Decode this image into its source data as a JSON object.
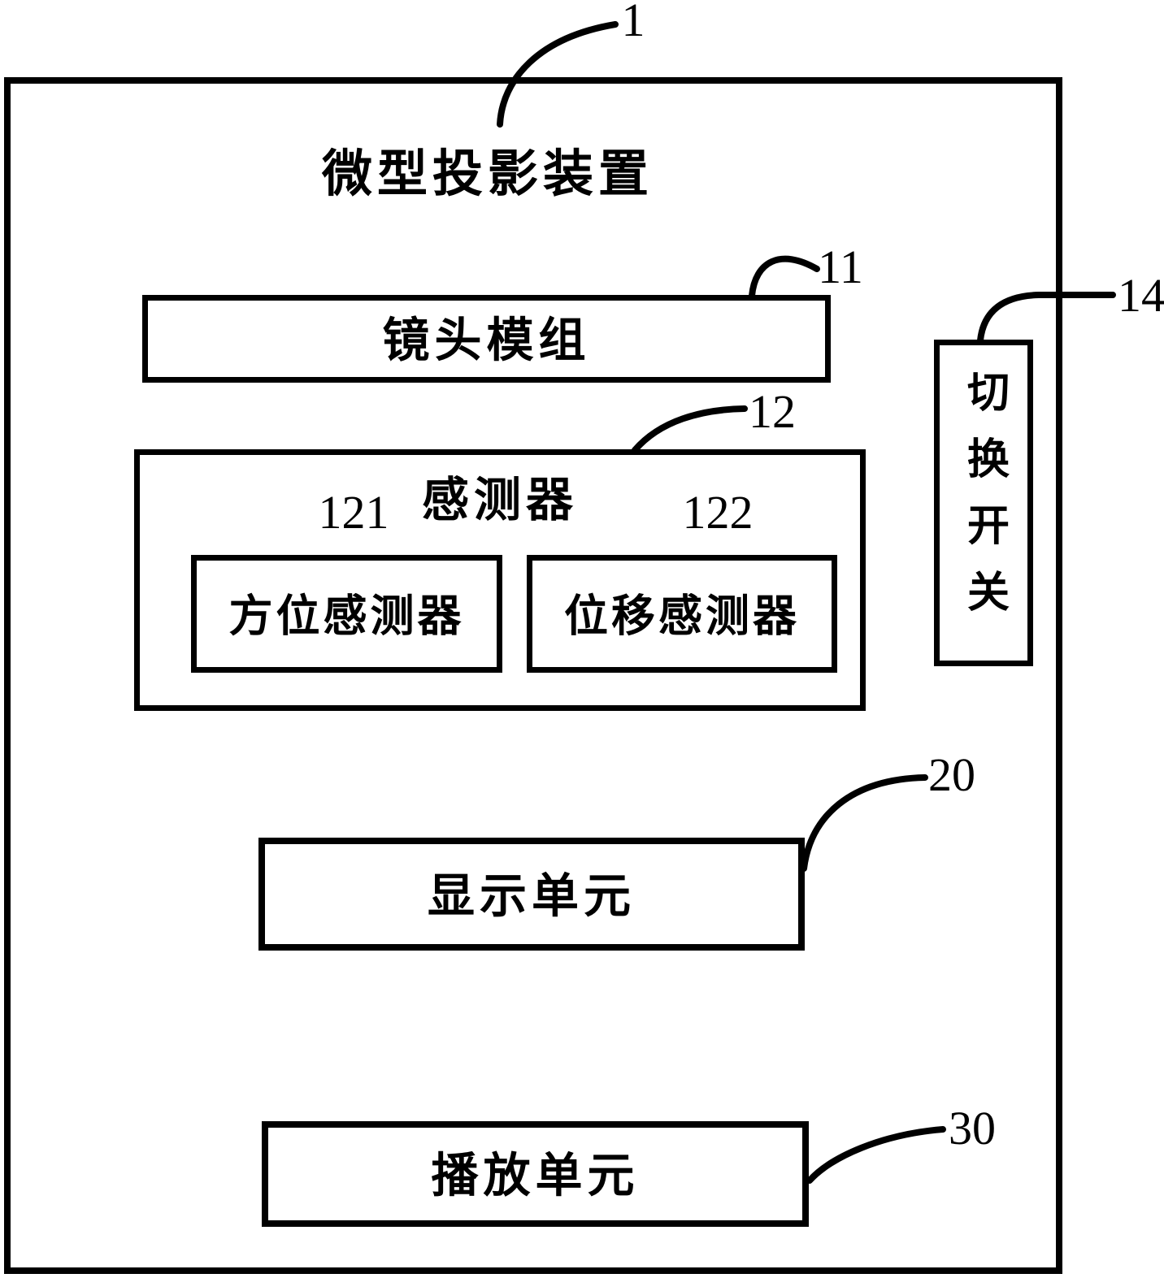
{
  "diagram": {
    "device": {
      "title": "微型投影装置",
      "ref": "1"
    },
    "blocks": {
      "lens": {
        "label": "镜头模组",
        "ref": "11"
      },
      "sensor": {
        "label": "感测器",
        "ref": "12"
      },
      "orientation_sensor": {
        "label": "方位感测器",
        "ref": "121"
      },
      "displacement_sensor": {
        "label": "位移感测器",
        "ref": "122"
      },
      "toggle_switch": {
        "label": "切换开关",
        "ref": "14"
      },
      "display_unit": {
        "label": "显示单元",
        "ref": "20"
      },
      "playback_unit": {
        "label": "播放单元",
        "ref": "30"
      }
    },
    "colors": {
      "line": "#000000",
      "background": "#ffffff"
    }
  }
}
